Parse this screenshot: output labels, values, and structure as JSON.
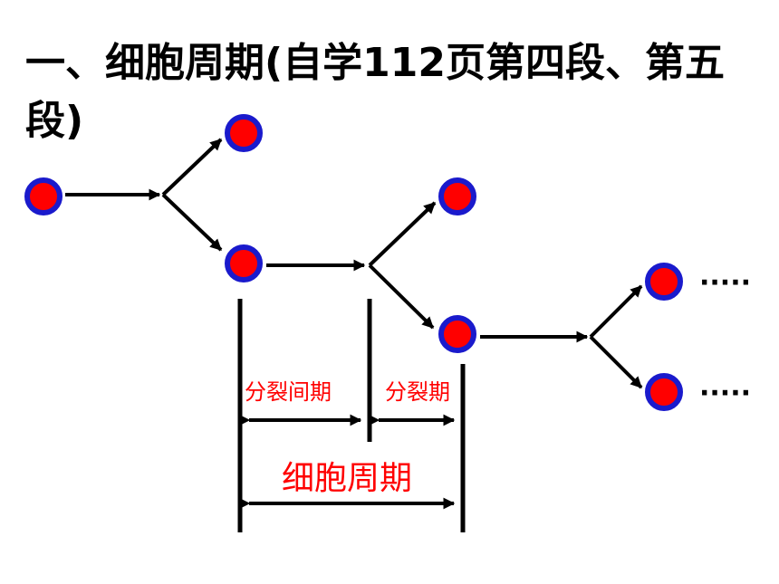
{
  "title": "一、细胞周期(自学112页第四段、第五段)",
  "labels": {
    "interphase": "分裂间期",
    "division_phase": "分裂期",
    "cell_cycle": "细胞周期",
    "continuation_top": "·····",
    "continuation_bottom": "·····"
  },
  "colors": {
    "cell_fill": "#ff0000",
    "cell_ring": "#1a1acc",
    "arrow": "#000000",
    "label": "#ff0000"
  }
}
